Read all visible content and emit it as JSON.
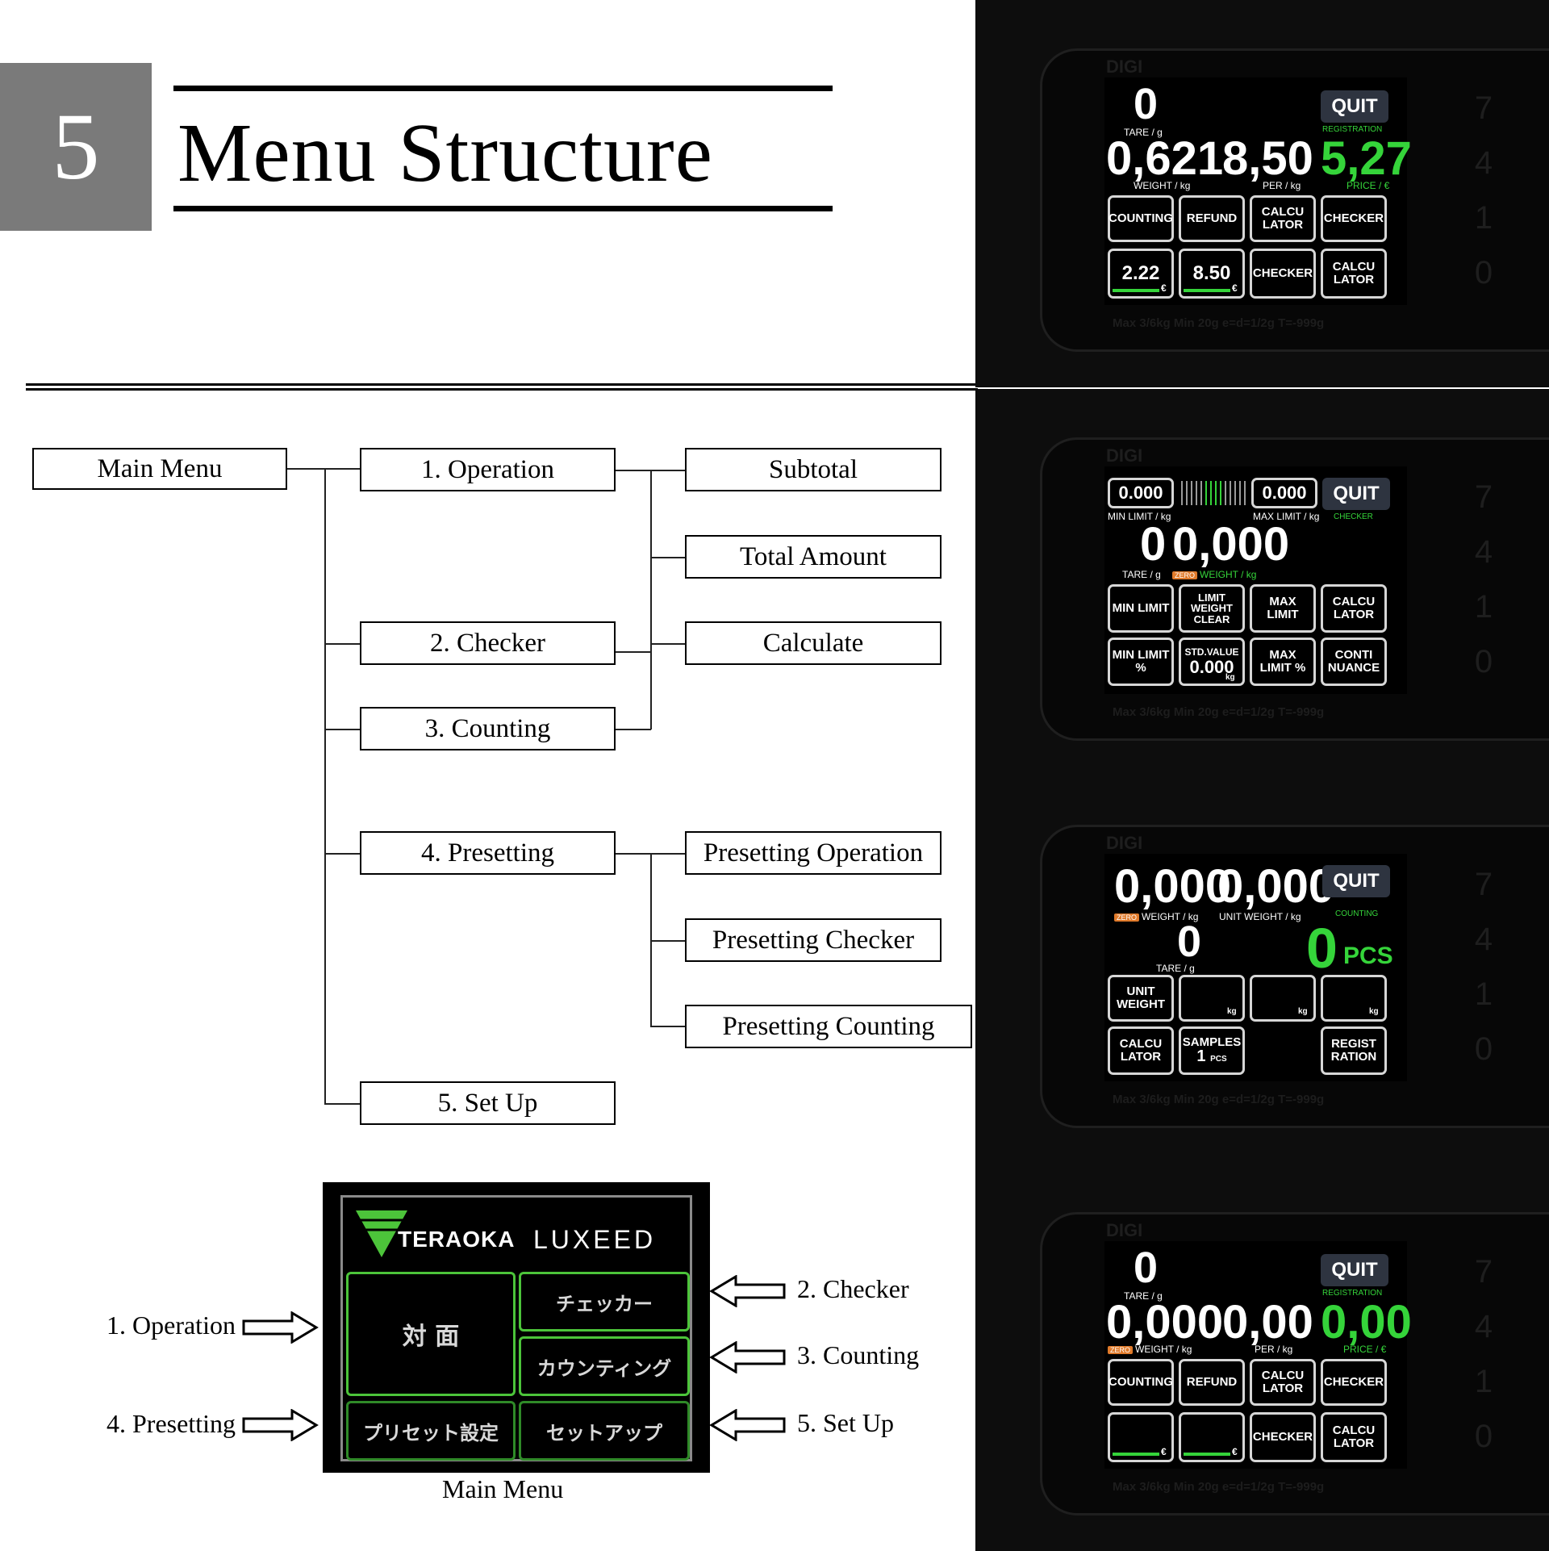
{
  "header": {
    "chapter_number": "5",
    "title": "Menu Structure"
  },
  "tree": {
    "main_menu": "Main Menu",
    "level1": [
      "1. Operation",
      "2. Checker",
      "3. Counting",
      "4. Presetting",
      "5. Set Up"
    ],
    "operation_children": [
      "Subtotal",
      "Total Amount",
      "Calculate"
    ],
    "presetting_children": [
      "Presetting Operation",
      "Presetting Checker",
      "Presetting Counting"
    ]
  },
  "main_menu_screen": {
    "brand": "TERAOKA",
    "product": "LUXEED",
    "buttons": {
      "operation": "対 面",
      "checker": "チェッカー",
      "counting": "カウンティング",
      "presetting": "プリセット設定",
      "setup": "セットアップ"
    },
    "caption": "Main Menu",
    "callouts": {
      "operation": "1. Operation",
      "checker": "2. Checker",
      "counting": "3. Counting",
      "presetting": "4. Presetting",
      "setup": "5. Set Up"
    }
  },
  "device": {
    "logo": "DIGI",
    "spec": "Max 3/6kg   Min 20g   e=d=1/2g   T=-999g",
    "keys": [
      "7",
      "4",
      "1",
      "0"
    ],
    "quit": "QUIT"
  },
  "panel1": {
    "mode": "REGISTRATION",
    "tare": "0",
    "tare_label": "TARE / g",
    "weight": "0,621",
    "weight_label": "WEIGHT / kg",
    "per": "8,50",
    "per_label": "PER / kg",
    "price": "5,27",
    "price_label": "PRICE / €",
    "row1": [
      "COUNTING",
      "REFUND",
      "CALCU LATOR",
      "CHECKER"
    ],
    "pay1": "2.22",
    "pay2": "8.50",
    "currency": "€",
    "row2_rest": [
      "CHECKER",
      "CALCU LATOR"
    ]
  },
  "panel2": {
    "mode": "CHECKER",
    "min_value": "0.000",
    "min_label": "MIN LIMIT / kg",
    "max_value": "0.000",
    "max_label": "MAX LIMIT / kg",
    "tare": "0",
    "tare_label": "TARE / g",
    "weight": "0,000",
    "weight_label": "WEIGHT / kg",
    "zero": "ZERO",
    "row1": [
      "MIN LIMIT",
      "LIMIT WEIGHT CLEAR",
      "MAX LIMIT",
      "CALCU LATOR"
    ],
    "row2": [
      "MIN LIMIT %",
      "STD.VALUE",
      "MAX LIMIT %",
      "CONTI NUANCE"
    ],
    "std_value": "0.000",
    "std_unit": "kg"
  },
  "panel3": {
    "mode": "COUNTING",
    "weight": "0,000",
    "weight_label": "WEIGHT / kg",
    "zero": "ZERO",
    "unit_weight": "0,000",
    "unit_weight_label": "UNIT WEIGHT / kg",
    "tare": "0",
    "tare_label": "TARE / g",
    "pcs": "0",
    "pcs_unit": "PCS",
    "row1": [
      "UNIT WEIGHT",
      "",
      "",
      ""
    ],
    "kg": "kg",
    "calc": "CALCU LATOR",
    "samples": "SAMPLES",
    "samples_value": "1",
    "samples_unit": "PCS",
    "regist": "REGIST RATION"
  },
  "panel4": {
    "mode": "REGISTRATION",
    "tare": "0",
    "tare_label": "TARE / g",
    "weight": "0,000",
    "weight_label": "WEIGHT / kg",
    "zero": "ZERO",
    "per": "0,00",
    "per_label": "PER / kg",
    "price": "0,00",
    "price_label": "PRICE / €",
    "row1": [
      "COUNTING",
      "REFUND",
      "CALCU LATOR",
      "CHECKER"
    ],
    "currency": "€",
    "row2_rest": [
      "CHECKER",
      "CALCU LATOR"
    ]
  },
  "colors": {
    "accent_green": "#35d43a",
    "chapter_gray": "#7a7a7a",
    "zero_orange": "#e07a2a"
  }
}
